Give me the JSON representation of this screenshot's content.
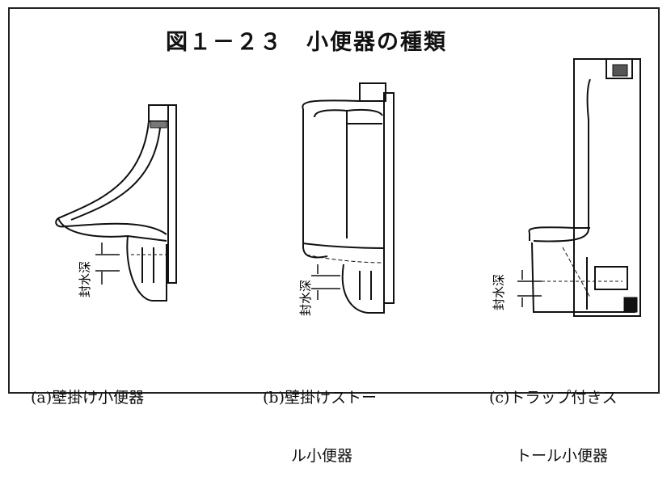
{
  "title": "図１－２３　小便器の種類",
  "figures": [
    {
      "id": "a",
      "seal_depth_label": "封水深",
      "caption_lines": [
        "(a)壁掛け小便器"
      ]
    },
    {
      "id": "b",
      "seal_depth_label": "封水深",
      "caption_lines": [
        "(b)壁掛けストー",
        "ル小便器"
      ]
    },
    {
      "id": "c",
      "seal_depth_label": "封水深",
      "caption_lines": [
        "(c)トラップ付きス",
        "トール小便器"
      ]
    }
  ]
}
